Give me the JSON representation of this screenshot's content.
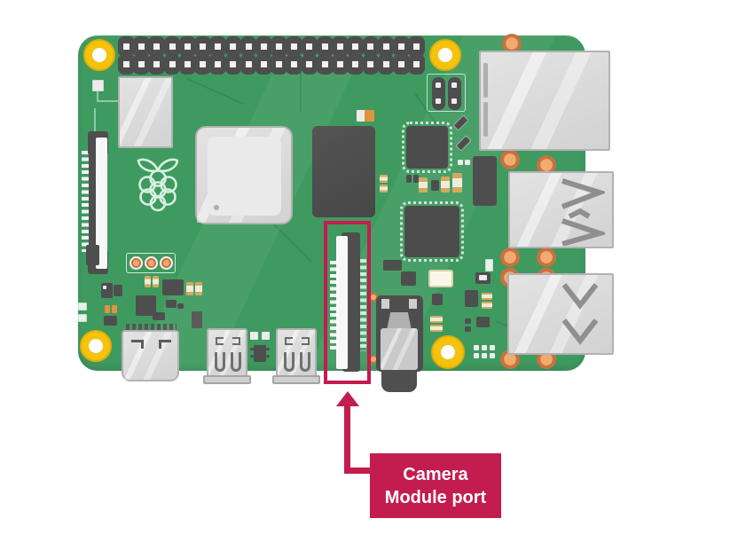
{
  "diagram": {
    "device": "raspberry-pi-board",
    "background_color": "#FFFFFF",
    "accent_color": "#C31C4E",
    "callout": {
      "line1": "Camera",
      "line2": "Module port"
    },
    "board": {
      "color": "#3F9A60",
      "mount_hole_color": "#F5C20E",
      "component_colors": {
        "dark_part": "#4E4E4E",
        "silver_part": "#D8D8D8",
        "copper_pad": "#E89B5E",
        "capacitor_tan": "#D2A95F",
        "logo_outline": "#D6F0E1"
      },
      "components": [
        "gpio-header",
        "poe-header",
        "wireless-module",
        "soc-chip",
        "ram-chip",
        "raspberry-logo",
        "display-connector",
        "camera-module-port",
        "run-header",
        "usb-c-power-port",
        "micro-hdmi-port-0",
        "micro-hdmi-port-1",
        "audio-jack",
        "ethernet-port",
        "usb3-port",
        "usb2-port",
        "mounting-holes"
      ]
    },
    "icons": {
      "logo": "raspberry-outline-icon",
      "pointer": "up-arrow-icon",
      "usb3_marks": "usb3-symbol-icon",
      "usb2_marks": "usb2-symbol-icon"
    }
  }
}
